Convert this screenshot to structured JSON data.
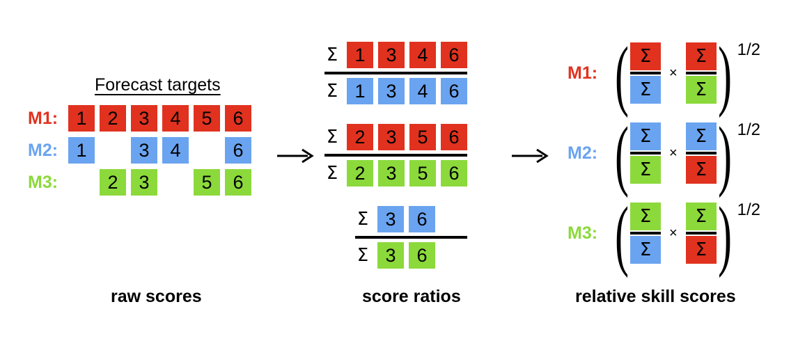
{
  "colors": {
    "red": "#e0321f",
    "blue": "#6aa4f0",
    "green": "#8cd93c",
    "black": "#000000",
    "background": "#ffffff"
  },
  "left_panel": {
    "title": "Forecast targets",
    "caption": "raw scores",
    "columns": [
      "1",
      "2",
      "3",
      "4",
      "5",
      "6"
    ],
    "rows": [
      {
        "label": "M1:",
        "color": "red",
        "cells": [
          {
            "value": "1",
            "color": "red"
          },
          {
            "value": "2",
            "color": "red"
          },
          {
            "value": "3",
            "color": "red"
          },
          {
            "value": "4",
            "color": "red"
          },
          {
            "value": "5",
            "color": "red"
          },
          {
            "value": "6",
            "color": "red"
          }
        ]
      },
      {
        "label": "M2:",
        "color": "blue",
        "cells": [
          {
            "value": "1",
            "color": "blue"
          },
          {
            "value": "",
            "color": "empty"
          },
          {
            "value": "3",
            "color": "blue"
          },
          {
            "value": "4",
            "color": "blue"
          },
          {
            "value": "",
            "color": "empty"
          },
          {
            "value": "6",
            "color": "blue"
          }
        ]
      },
      {
        "label": "M3:",
        "color": "green",
        "cells": [
          {
            "value": "",
            "color": "empty"
          },
          {
            "value": "2",
            "color": "green"
          },
          {
            "value": "3",
            "color": "green"
          },
          {
            "value": "",
            "color": "empty"
          },
          {
            "value": "5",
            "color": "green"
          },
          {
            "value": "6",
            "color": "green"
          }
        ]
      }
    ]
  },
  "arrows": {
    "first": "→",
    "second": "→"
  },
  "middle_panel": {
    "caption": "score ratios",
    "sigma": "Σ",
    "fractions": [
      {
        "numerator": {
          "sigma": "Σ",
          "color": "red",
          "values": [
            "1",
            "3",
            "4",
            "6"
          ]
        },
        "denominator": {
          "sigma": "Σ",
          "color": "blue",
          "values": [
            "1",
            "3",
            "4",
            "6"
          ]
        }
      },
      {
        "numerator": {
          "sigma": "Σ",
          "color": "red",
          "values": [
            "2",
            "3",
            "5",
            "6"
          ]
        },
        "denominator": {
          "sigma": "Σ",
          "color": "green",
          "values": [
            "2",
            "3",
            "5",
            "6"
          ]
        }
      },
      {
        "numerator": {
          "sigma": "Σ",
          "color": "blue",
          "values": [
            "3",
            "6"
          ]
        },
        "denominator": {
          "sigma": "Σ",
          "color": "green",
          "values": [
            "3",
            "6"
          ]
        }
      }
    ]
  },
  "right_panel": {
    "caption": "relative skill scores",
    "sigma": "Σ",
    "times": "×",
    "paren_left": "(",
    "paren_right": ")",
    "exponent": "1/2",
    "rows": [
      {
        "label": "M1:",
        "color": "red",
        "first_fraction": {
          "numerator_color": "red",
          "denominator_color": "blue"
        },
        "second_fraction": {
          "numerator_color": "red",
          "denominator_color": "green"
        },
        "exponent": "1/2"
      },
      {
        "label": "M2:",
        "color": "blue",
        "first_fraction": {
          "numerator_color": "blue",
          "denominator_color": "green"
        },
        "second_fraction": {
          "numerator_color": "blue",
          "denominator_color": "red"
        },
        "exponent": "1/2"
      },
      {
        "label": "M3:",
        "color": "green",
        "first_fraction": {
          "numerator_color": "green",
          "denominator_color": "blue"
        },
        "second_fraction": {
          "numerator_color": "green",
          "denominator_color": "red"
        },
        "exponent": "1/2"
      }
    ]
  }
}
